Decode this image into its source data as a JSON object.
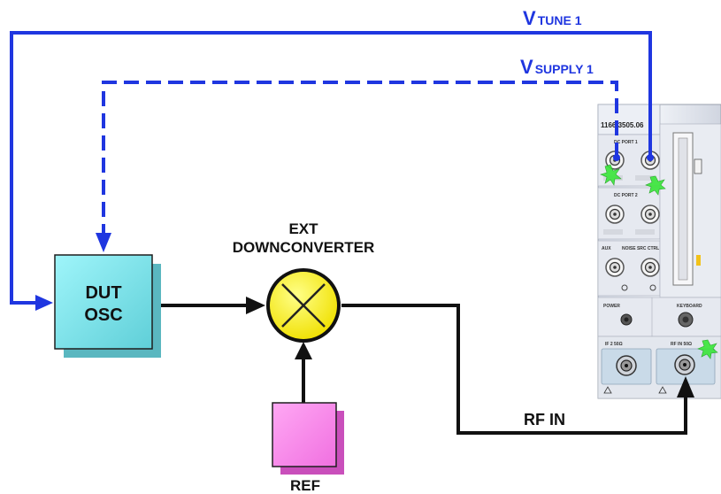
{
  "colors": {
    "signal_line": "#111111",
    "tune_line": "#1f36e0",
    "supply_line": "#1f36e0",
    "dut_fill": "#7fe8ef",
    "mixer_fill": "#ffff33",
    "ref_fill": "#ff88ee",
    "instrument_panel": "#e3e7f0",
    "connector_highlight": "#39e639"
  },
  "labels": {
    "vtune_v": "V",
    "vtune_sub": "TUNE 1",
    "vsupply_v": "V",
    "vsupply_sub": "SUPPLY 1",
    "dut_line1": "DUT",
    "dut_line2": "OSC",
    "ext_line1": "EXT",
    "ext_line2": "DOWNCONVERTER",
    "rf_in": "RF IN",
    "ref": "REF"
  },
  "instrument": {
    "model": "1166.3505.06",
    "dc_port_1": "DC PORT 1",
    "dc_port_2": "DC PORT 2",
    "aux": "AUX",
    "noise_src_ctrl": "NOISE SRC CTRL",
    "power": "POWER",
    "keyboard": "KEYBOARD",
    "if2": "IF 2 50Ω",
    "rf_in_panel": "RF IN 50Ω"
  }
}
